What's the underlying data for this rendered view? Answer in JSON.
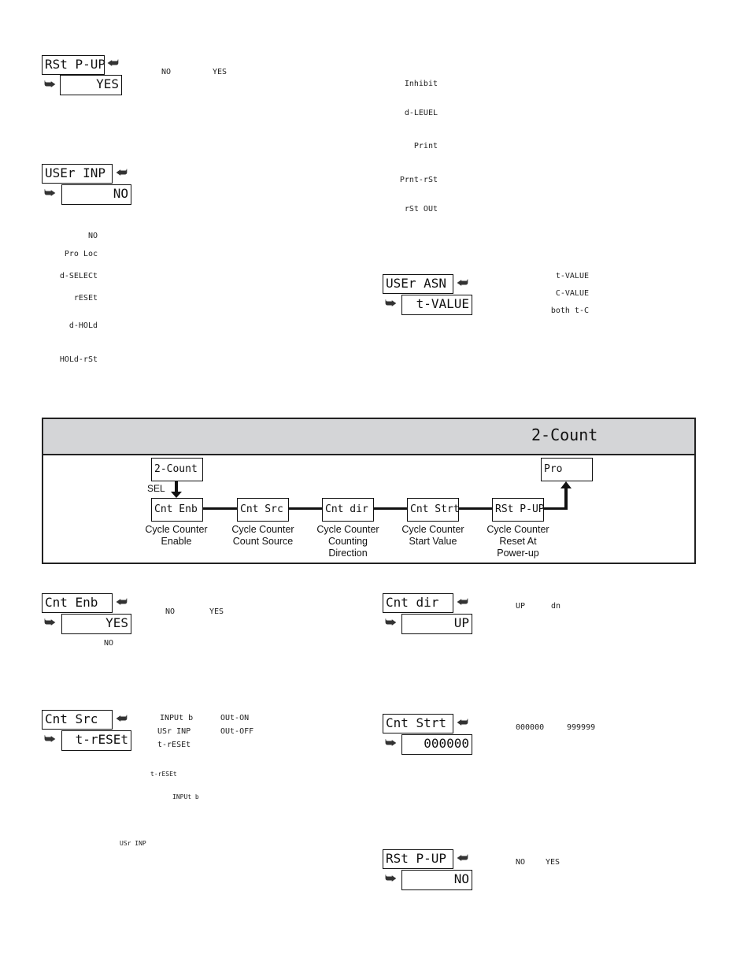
{
  "sections": {
    "rst_pup_top": {
      "label": "RSt P-UP",
      "value": "YES",
      "options": [
        "NO",
        "YES"
      ]
    },
    "user_inp": {
      "label": "USEr INP",
      "value": "NO",
      "options": [
        "NO",
        "Pro Loc",
        "d-SELECt",
        "rESEt",
        "d-HOLd",
        "HOLd-rSt",
        "Inhibit",
        "d-LEUEL",
        "Print",
        "Prnt-rSt",
        "rSt OUt"
      ]
    },
    "user_asn": {
      "label": "USEr ASN",
      "value": "t-VALUE",
      "options": [
        "t-VALUE",
        "C-VALUE",
        "both t-C"
      ]
    },
    "banner": {
      "title": "2-Count",
      "start": "2-Count",
      "sel": "SEL",
      "end": "Pro",
      "steps": [
        {
          "display": "Cnt Enb",
          "caption": "Cycle Counter\nEnable"
        },
        {
          "display": "Cnt Src",
          "caption": "Cycle Counter\nCount Source"
        },
        {
          "display": "Cnt dir",
          "caption": "Cycle Counter\nCounting\nDirection"
        },
        {
          "display": "Cnt Strt",
          "caption": "Cycle Counter\nStart Value"
        },
        {
          "display": "RSt P-UP",
          "caption": "Cycle Counter\nReset At\nPower-up"
        }
      ]
    },
    "cnt_enb": {
      "label": "Cnt Enb",
      "value": "YES",
      "options": [
        "NO",
        "YES"
      ],
      "note": "NO"
    },
    "cnt_dir": {
      "label": "Cnt dir",
      "value": "UP",
      "options": [
        "UP",
        "dn"
      ]
    },
    "cnt_src": {
      "label": "Cnt Src",
      "value": "t-rESEt",
      "options": [
        "INPUt b",
        "USr INP",
        "t-rESEt",
        "OUt-ON",
        "OUt-OFF"
      ],
      "notes": [
        "t-rESEt",
        "INPUt b",
        "USr INP"
      ]
    },
    "cnt_strt": {
      "label": "Cnt Strt",
      "value": "000000",
      "options": [
        "000000",
        "999999"
      ]
    },
    "rst_pup": {
      "label": "RSt P-UP",
      "value": "NO",
      "options": [
        "NO",
        "YES"
      ]
    }
  },
  "icons": {
    "top": "return-arrow-icon",
    "bottom": "forward-arrow-icon"
  }
}
